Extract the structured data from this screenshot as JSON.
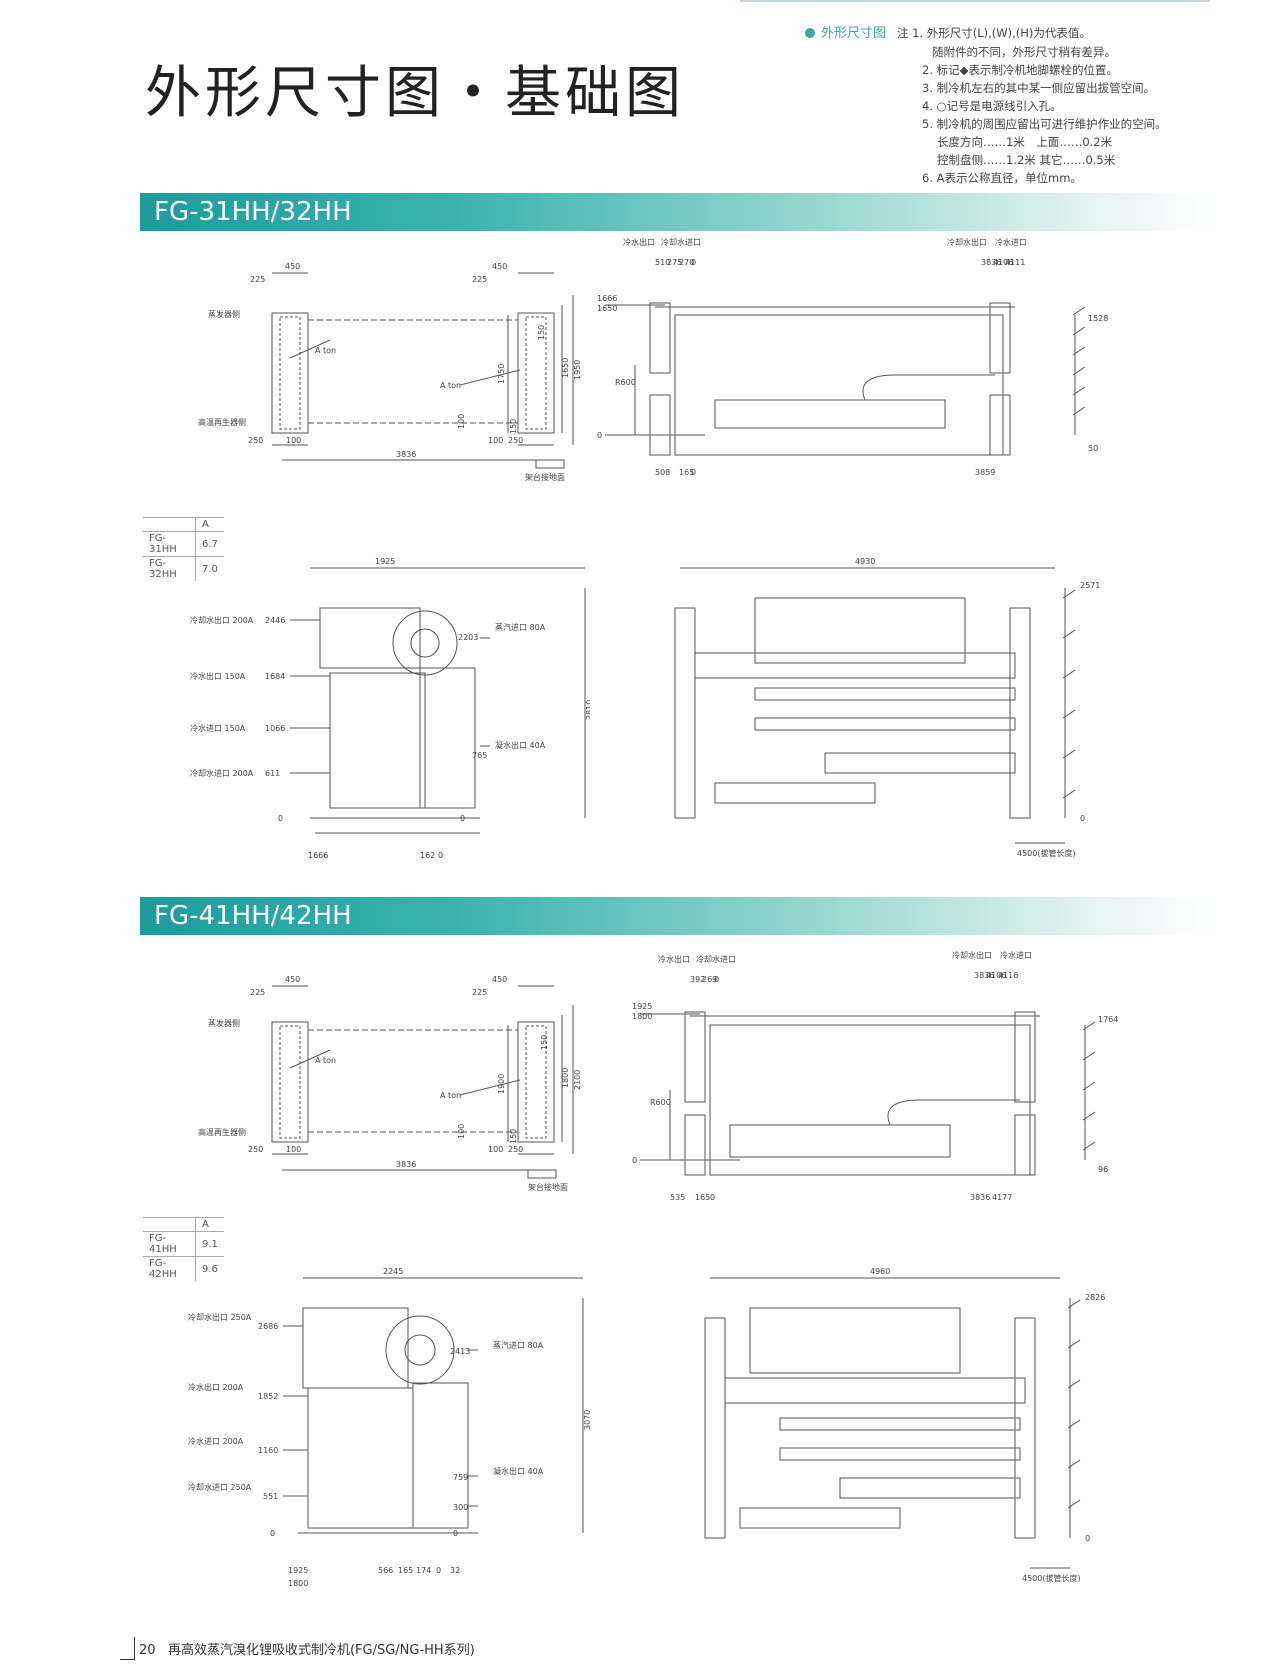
{
  "page": {
    "title": "外形尺寸图・基础图",
    "page_number": "20",
    "footer_text": "再高效蒸汽溴化锂吸收式制冷机(FG/SG/NG-HH系列)"
  },
  "notes": {
    "header": "外形尺寸图",
    "prefix": "注",
    "lines": [
      "1. 外形尺寸(L),(W),(H)为代表值。",
      "随附件的不同，外形尺寸稍有差异。",
      "2. 标记◆表示制冷机地脚螺栓的位置。",
      "3. 制冷机左右的其中某一侧应留出拔管空间。",
      "4. ○记号是电源线引入孔。",
      "5. 制冷机的周围应留出可进行维护作业的空间。",
      "长度方向……1米　上面……0.2米",
      "控制盘侧……1.2米 其它……0.5米",
      "6. A表示公称直径，单位mm。"
    ]
  },
  "sections": [
    {
      "label": "FG-31HH/32HH",
      "table": {
        "header": "A",
        "rows": [
          [
            "FG-31HH",
            "6.7"
          ],
          [
            "FG-32HH",
            "7.0"
          ]
        ]
      },
      "foundation": {
        "dims": [
          "450",
          "225",
          "450",
          "225",
          "150",
          "1650",
          "1750",
          "1950",
          "100",
          "150",
          "250",
          "100",
          "100",
          "250",
          "3836"
        ],
        "labels": [
          "蒸发器侧",
          "高温再生器侧",
          "A ton",
          "A ton",
          "架台接地面"
        ]
      },
      "side_top": {
        "labels": [
          "冷水出口",
          "冷却水进口",
          "冷却水出口",
          "冷水进口"
        ],
        "dims": [
          "510",
          "275",
          "270",
          "0",
          "3836",
          "4106",
          "4111",
          "1666",
          "1650",
          "1528",
          "R600",
          "0",
          "50",
          "508",
          "165",
          "0",
          "3859"
        ]
      },
      "front": {
        "width": "1925",
        "height": "2810",
        "labels": [
          "冷却水出口 200A",
          "冷水出口 150A",
          "冷水进口 150A",
          "冷却水进口 200A",
          "蒸汽进口 80A",
          "凝水出口 40A"
        ],
        "levels": [
          "2446",
          "1684",
          "1066",
          "611",
          "0",
          "2203",
          "765",
          "0"
        ],
        "bottom": [
          "1666",
          "162",
          "0"
        ]
      },
      "top_view": {
        "width": "4930",
        "height": "2571",
        "label": "4500(拔管长度)",
        "zero": "0"
      }
    },
    {
      "label": "FG-41HH/42HH",
      "table": {
        "header": "A",
        "rows": [
          [
            "FG-41HH",
            "9.1"
          ],
          [
            "FG-42HH",
            "9.6"
          ]
        ]
      },
      "foundation": {
        "dims": [
          "450",
          "225",
          "450",
          "225",
          "150",
          "1800",
          "1900",
          "2100",
          "100",
          "150",
          "250",
          "100",
          "100",
          "250",
          "3836"
        ],
        "labels": [
          "蒸发器侧",
          "高温再生器侧",
          "A ton",
          "A ton",
          "架台接地面"
        ]
      },
      "side_top": {
        "labels": [
          "冷水出口",
          "冷却水进口",
          "冷却水出口",
          "冷水进口"
        ],
        "dims": [
          "392",
          "269",
          "0",
          "3836",
          "4106",
          "4116",
          "1925",
          "1800",
          "1764",
          "R600",
          "0",
          "96",
          "535",
          "165",
          "0",
          "3836",
          "4177"
        ]
      },
      "front": {
        "width": "2245",
        "height": "3070",
        "labels": [
          "冷却水出口 250A",
          "冷水出口 200A",
          "冷水进口 200A",
          "冷却水进口 250A",
          "蒸汽进口 80A",
          "凝水出口 40A"
        ],
        "levels": [
          "2686",
          "1852",
          "1160",
          "551",
          "0",
          "2413",
          "759",
          "300",
          "0"
        ],
        "bottom": [
          "1925",
          "1800",
          "566",
          "165",
          "174",
          "0",
          "32"
        ]
      },
      "top_view": {
        "width": "4960",
        "height": "2826",
        "label": "4500(拔管长度)",
        "zero": "0"
      }
    }
  ]
}
